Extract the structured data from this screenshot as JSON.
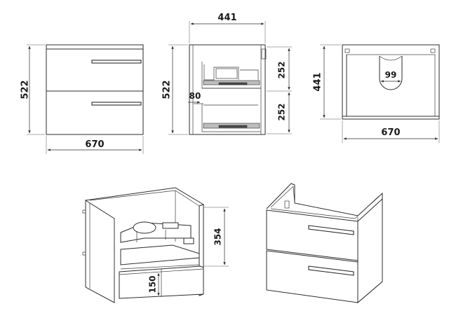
{
  "dimensions": {
    "front_height": "522",
    "front_width": "670",
    "side_depth": "441",
    "side_height": "522",
    "side_drawer_upper": "252",
    "side_drawer_lower": "252",
    "side_gap": "80",
    "top_depth": "441",
    "top_width": "670",
    "top_cutout": "99",
    "iso_inner_height": "354",
    "iso_drawer_height": "150"
  }
}
